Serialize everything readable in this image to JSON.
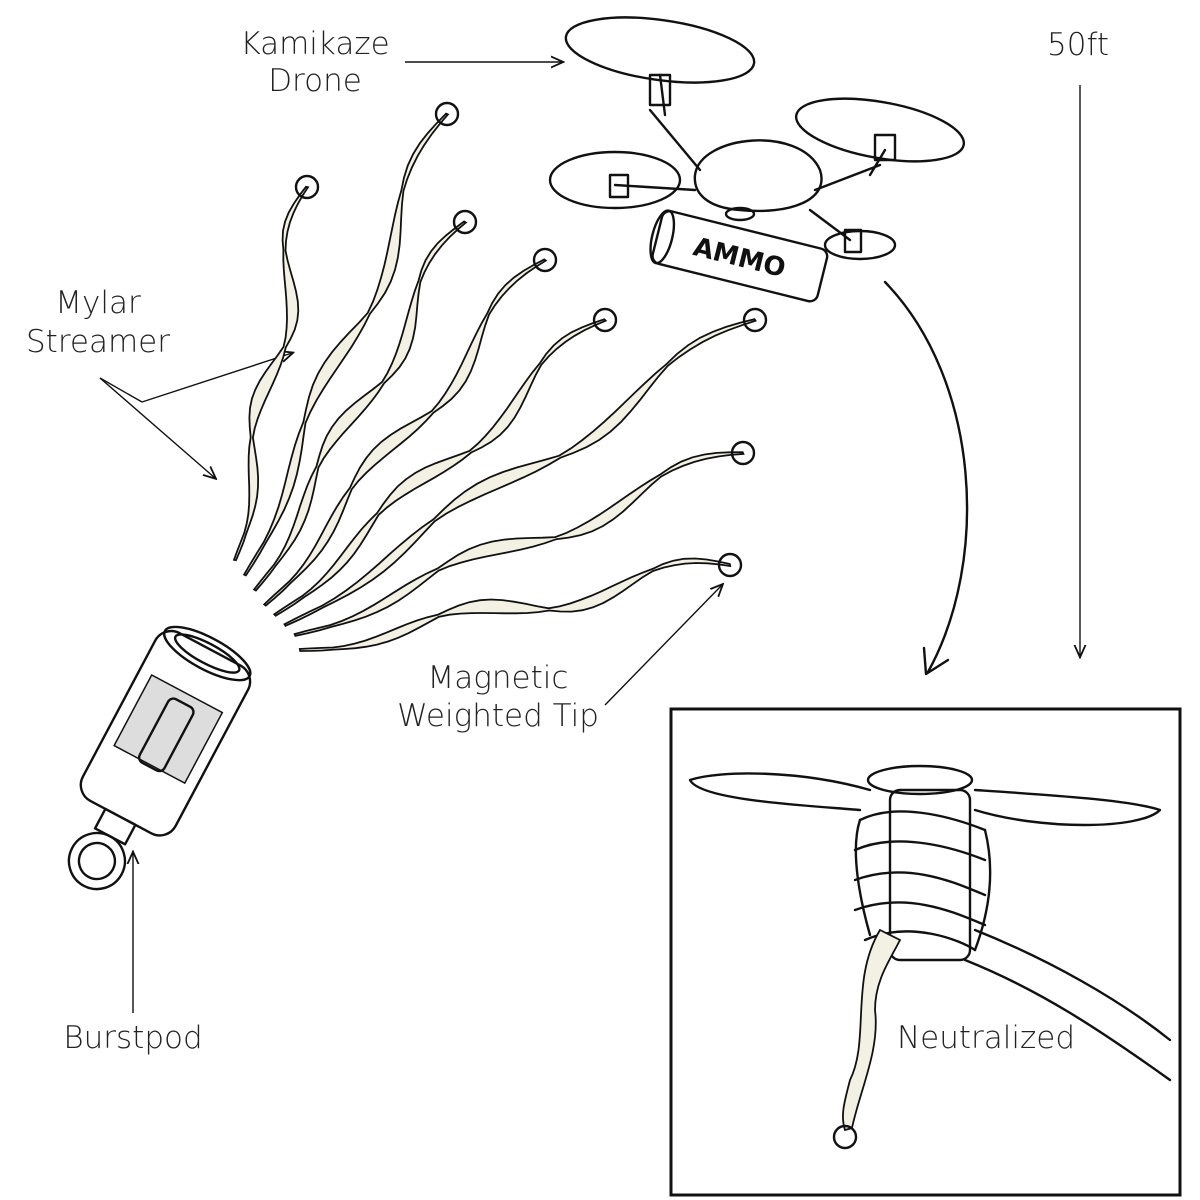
{
  "labels": {
    "drone_line1": "Kamikaze",
    "drone_line2": "Drone",
    "height": "50ft",
    "streamer_line1": "Mylar",
    "streamer_line2": "Streamer",
    "tip_line1": "Magnetic",
    "tip_line2": "Weighted Tip",
    "burstpod": "Burstpod",
    "neutralized": "Neutralized",
    "ammo": "AMMO"
  },
  "colors": {
    "ink": "#111111",
    "ribbon_fill": "#f3f1e4",
    "background": "#ffffff"
  }
}
